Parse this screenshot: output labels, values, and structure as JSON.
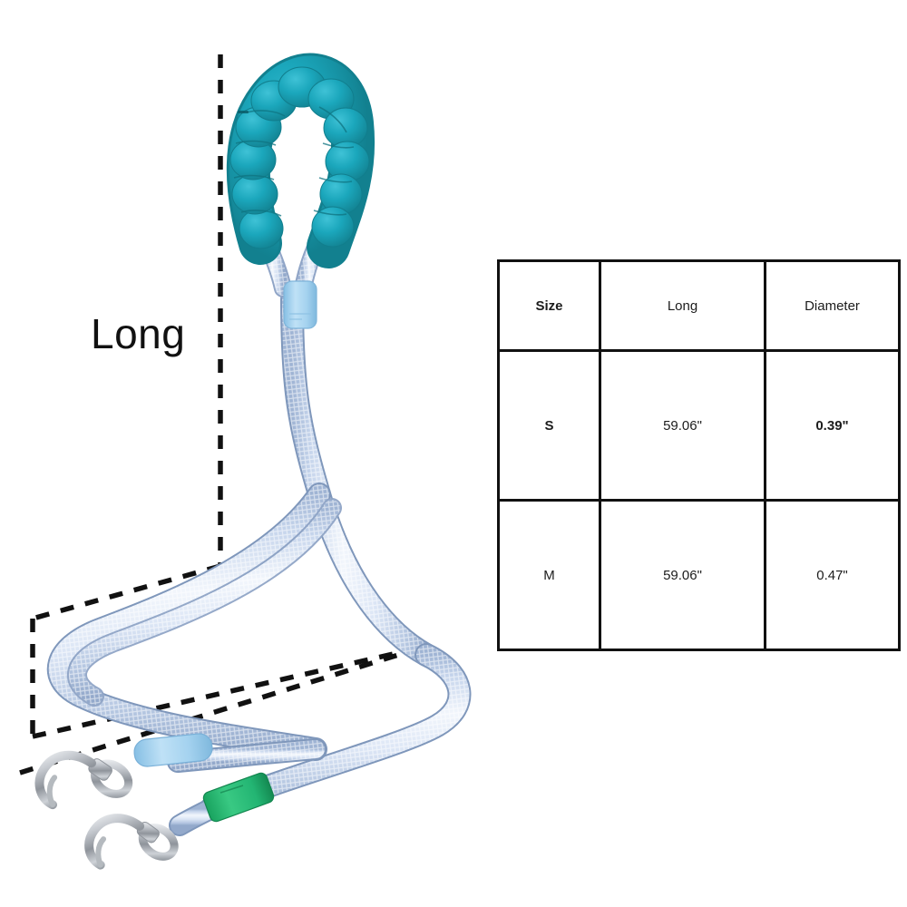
{
  "product": {
    "annotation_label": "Long",
    "colors": {
      "handle_teal": "#1ba7bc",
      "handle_teal_dark": "#148a9c",
      "rope_light_blue": "#cfdcf0",
      "rope_highlight": "#eef3fb",
      "rope_shadow": "#a9bcd9",
      "collar_blue": "#a8d4ef",
      "clip_green": "#2ab573",
      "metal_silver": "#c9ccd1",
      "metal_silver_dark": "#8f949b",
      "dashed_line": "#111111"
    },
    "parts": [
      {
        "name": "padded-handle",
        "color_name": "teal-foam-beads"
      },
      {
        "name": "rope-collar",
        "color_name": "light-blue-sleeve"
      },
      {
        "name": "braided-rope",
        "color_name": "pale-blue-braid"
      },
      {
        "name": "clip-sleeve-blue",
        "color_name": "light-blue-sleeve"
      },
      {
        "name": "clip-sleeve-green",
        "color_name": "green-sleeve"
      },
      {
        "name": "swivel-clip-left",
        "color_name": "silver-metal"
      },
      {
        "name": "swivel-clip-right",
        "color_name": "silver-metal"
      }
    ]
  },
  "size_table": {
    "headers": [
      "Size",
      "Long",
      "Diameter"
    ],
    "header_bold": [
      true,
      false,
      false
    ],
    "rows": [
      {
        "cells": [
          "S",
          "59.06\"",
          "0.39\""
        ],
        "bold": [
          true,
          false,
          true
        ]
      },
      {
        "cells": [
          "M",
          "59.06\"",
          "0.47\""
        ],
        "bold": [
          false,
          false,
          false
        ]
      }
    ]
  }
}
